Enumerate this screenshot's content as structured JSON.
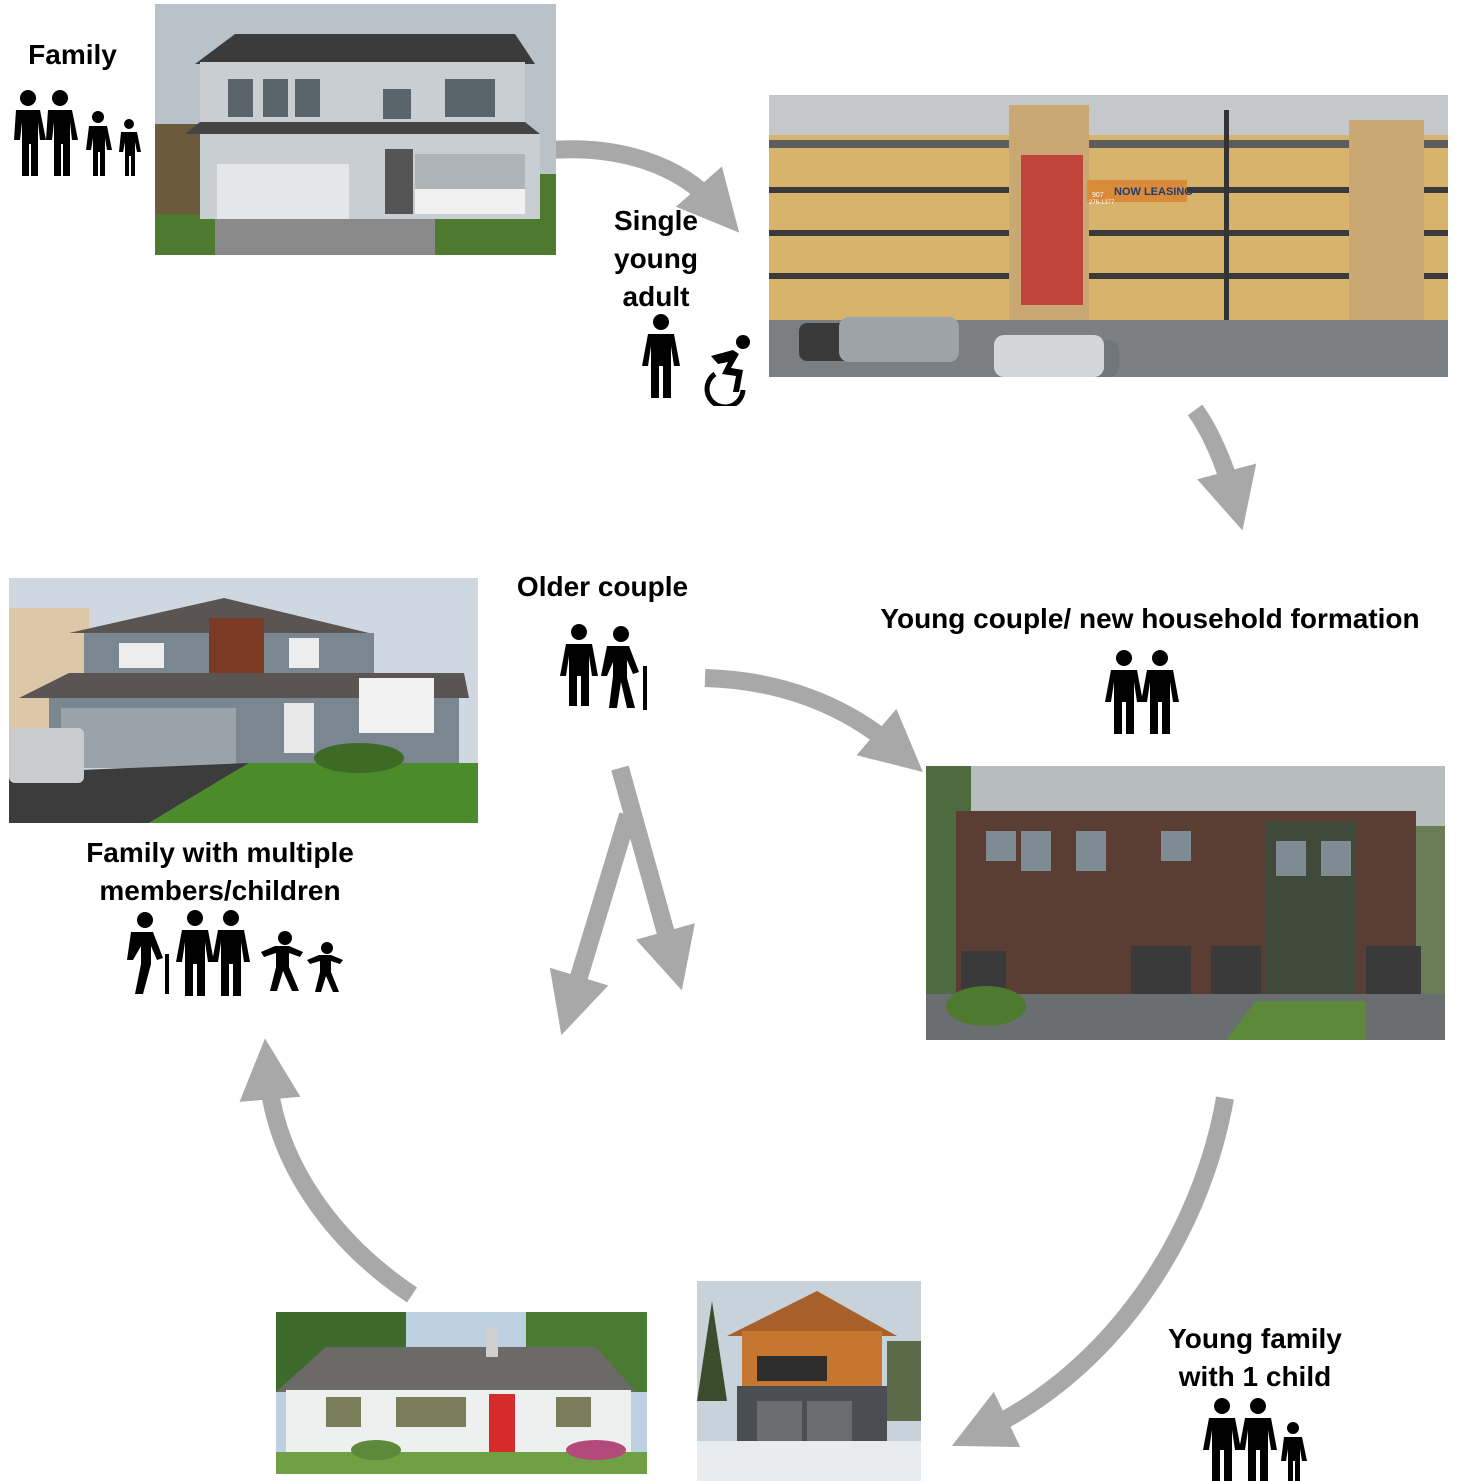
{
  "labels": {
    "family": "Family",
    "single_young_adult": "Single\nyoung\nadult",
    "young_couple": "Young couple/ new household formation",
    "older_couple": "Older couple",
    "multi_family": "Family with multiple\nmembers/children",
    "young_family": "Young family\nwith 1 child"
  },
  "photos": [
    {
      "id": "two-story-family-house",
      "type": "detached two-story house"
    },
    {
      "id": "apartment-building",
      "type": "apartment building",
      "signs": [
        "NOW LEASING",
        "907 276-1377"
      ]
    },
    {
      "id": "townhouses",
      "type": "attached townhouses"
    },
    {
      "id": "large-family-house",
      "type": "large detached house"
    },
    {
      "id": "small-single-story-house",
      "type": "small single-story house"
    },
    {
      "id": "modern-two-story-house",
      "type": "modern house over garage"
    }
  ],
  "icons": [
    "family-icon",
    "person-icon",
    "wheelchair-icon",
    "couple-icon",
    "elderly-couple-icon",
    "multigenerational-family-icon",
    "young-family-icon"
  ],
  "colors": {
    "arrow": "#a8a8a8",
    "text": "#000000"
  }
}
